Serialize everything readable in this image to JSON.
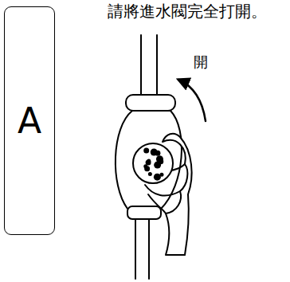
{
  "diagram": {
    "nodes": [
      {
        "text": [
          "A"
        ]
      }
    ],
    "labels": [
      "請將進水閥完全打開。",
      "開"
    ]
  }
}
